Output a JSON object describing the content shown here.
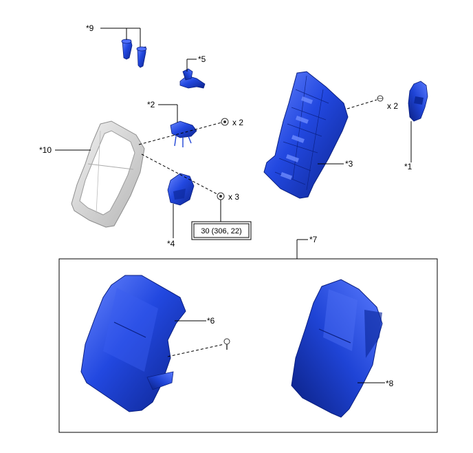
{
  "colors": {
    "part_blue": "#1f44d6",
    "part_blue_dark": "#0d2a9e",
    "part_blue_light": "#5b7cff",
    "frame_gray": "#d9d9d9",
    "frame_gray_dark": "#9a9a9a",
    "line": "#000000"
  },
  "labels": {
    "p1": "*1",
    "p2": "*2",
    "p3": "*3",
    "p4": "*4",
    "p5": "*5",
    "p6": "*6",
    "p7": "*7",
    "p8": "*8",
    "p9": "*9",
    "p10": "*10"
  },
  "quantities": {
    "q_p3": "x 2",
    "q_p2": "x 2",
    "q_p4": "x 3"
  },
  "torque": {
    "value": "30 (306, 22)"
  }
}
